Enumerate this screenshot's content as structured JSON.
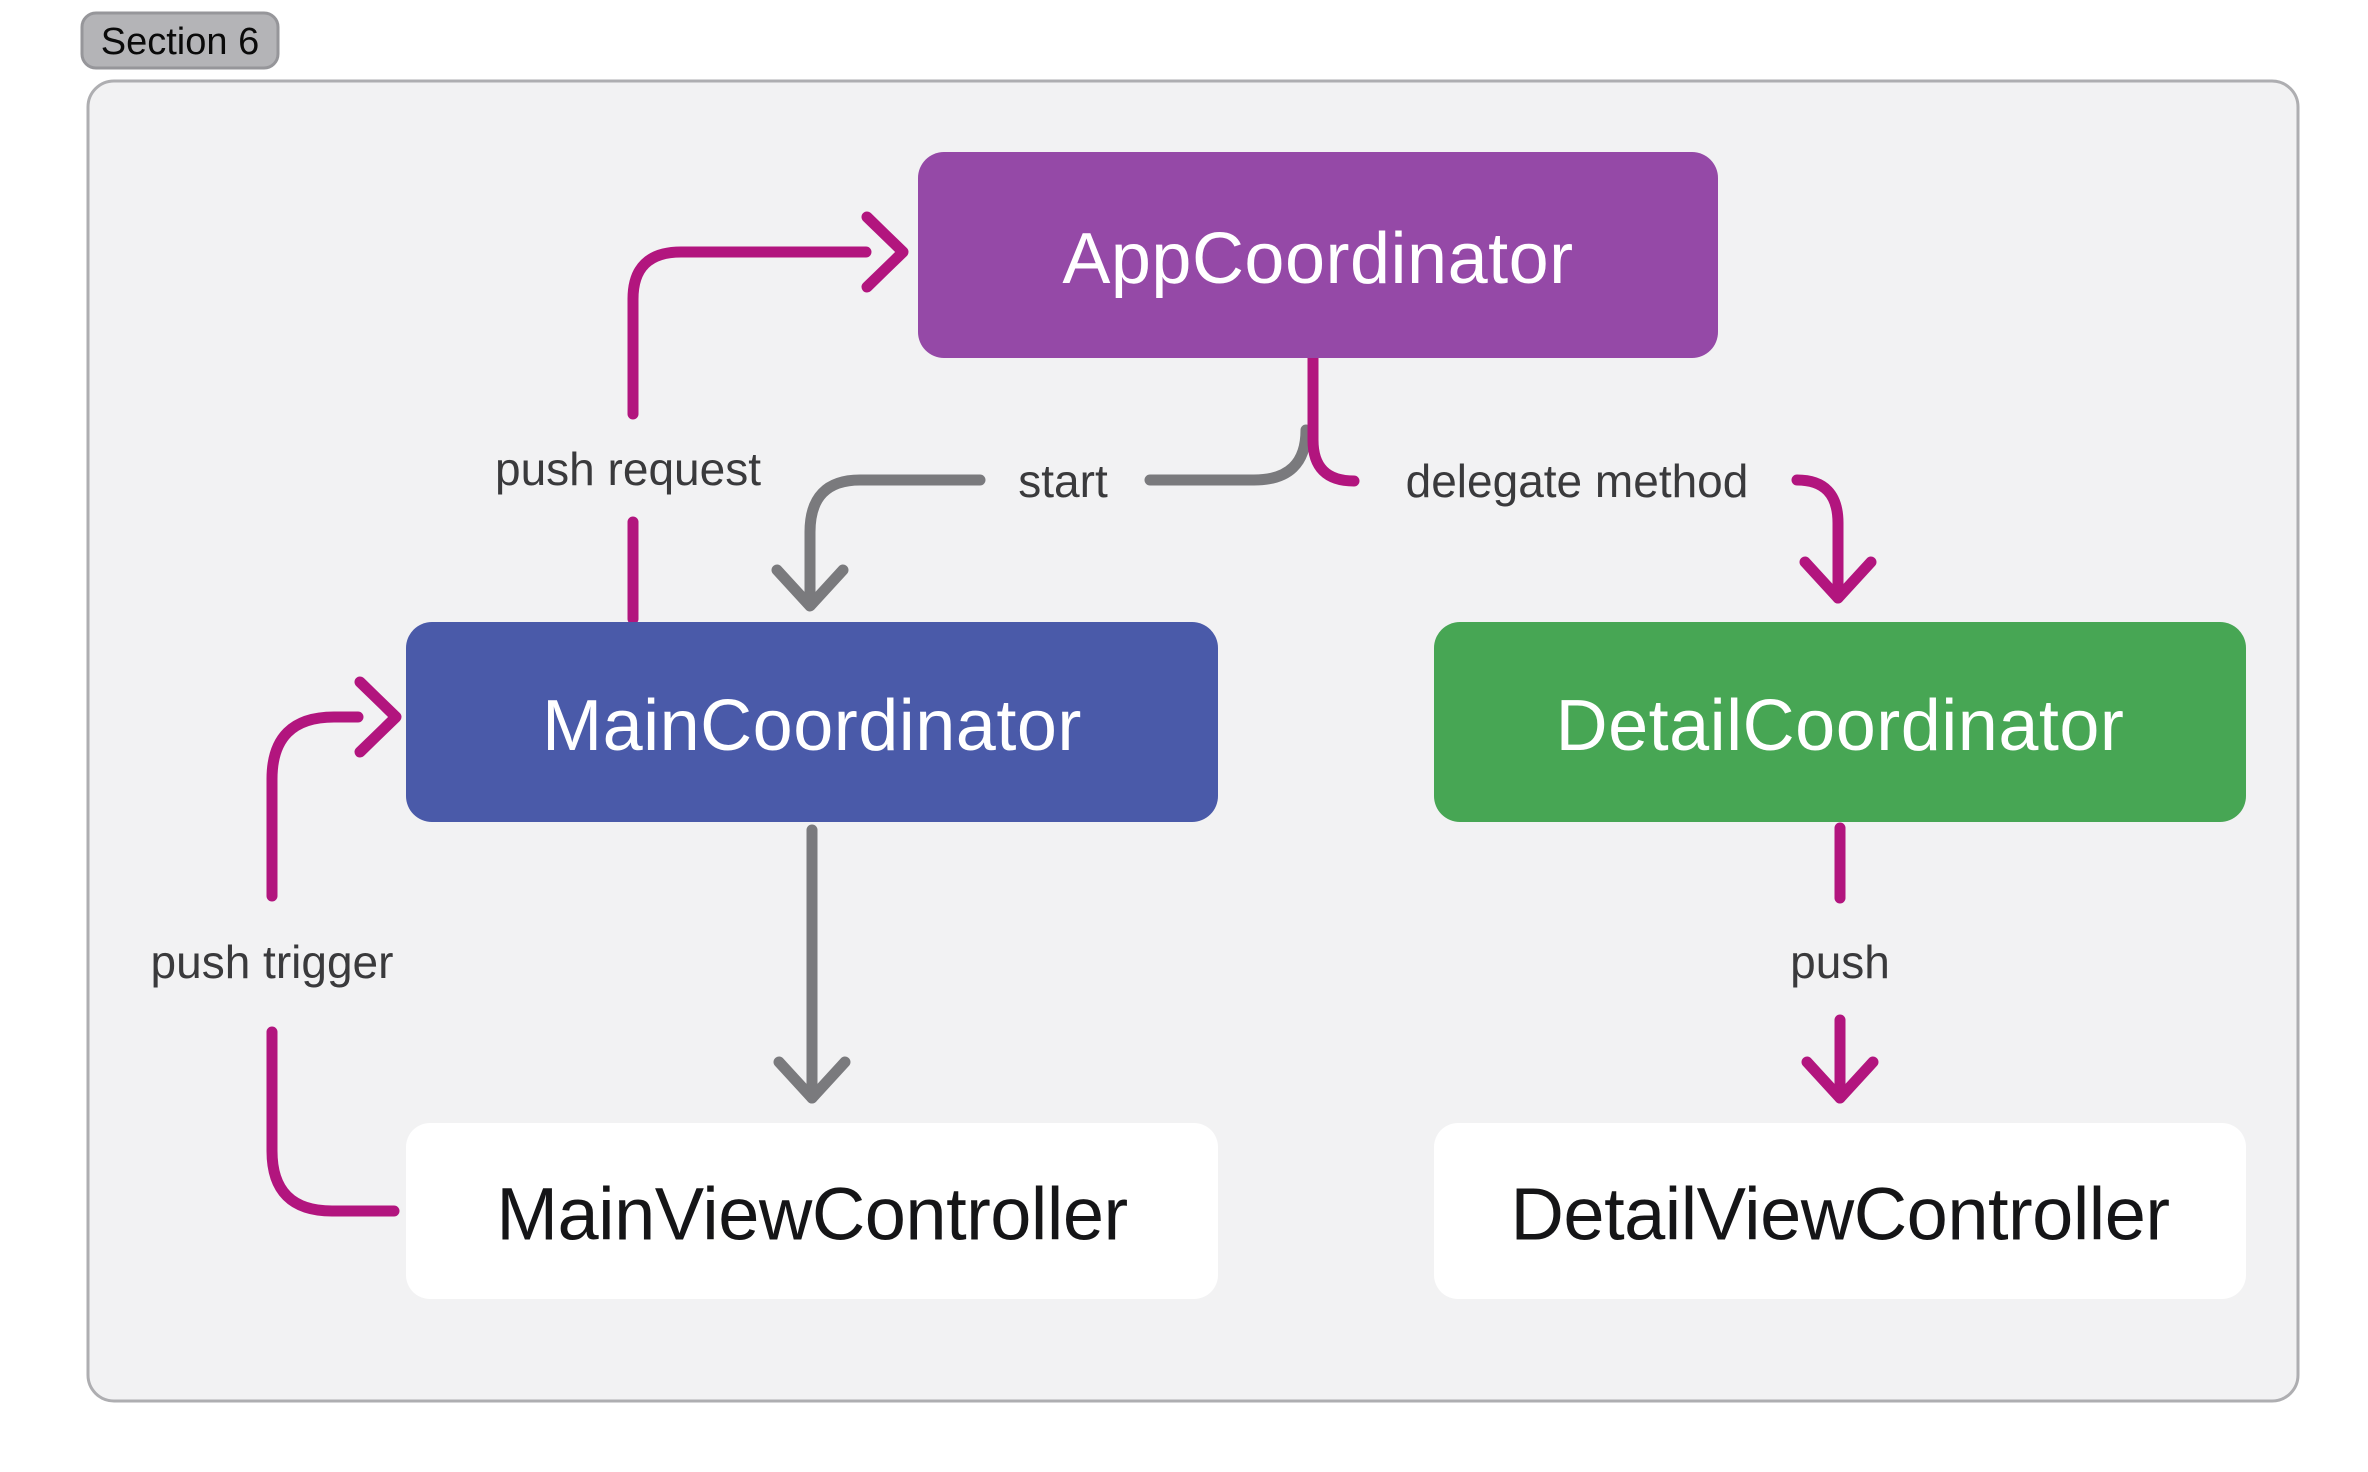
{
  "badge": {
    "label": "Section 6"
  },
  "colors": {
    "page_bg": "#ffffff",
    "panel_bg": "#f2f2f3",
    "panel_border": "#aeaeb1",
    "badge_bg": "#b4b4b7",
    "badge_border": "#96969a",
    "badge_text": "#0a0a0a",
    "edge_label_text": "#3a3a3c",
    "pink": "#b2157e",
    "gray": "#7a7a7d"
  },
  "nodes": {
    "app": {
      "label": "AppCoordinator",
      "fill": "#9549a7",
      "text_color": "#ffffff"
    },
    "main": {
      "label": "MainCoordinator",
      "fill": "#4a5aa9",
      "text_color": "#ffffff"
    },
    "detail": {
      "label": "DetailCoordinator",
      "fill": "#47a654",
      "text_color": "#ffffff"
    },
    "main_vc": {
      "label": "MainViewController",
      "fill": "#ffffff",
      "text_color": "#151517"
    },
    "detail_vc": {
      "label": "DetailViewController",
      "fill": "#ffffff",
      "text_color": "#151517"
    }
  },
  "edges": {
    "push_request": {
      "label": "push request",
      "color": "#b2157e"
    },
    "start": {
      "label": "start",
      "color": "#7a7a7d"
    },
    "delegate_method": {
      "label": "delegate method",
      "color": "#b2157e"
    },
    "main_to_main_vc": {
      "color": "#7a7a7d"
    },
    "push": {
      "label": "push",
      "color": "#b2157e"
    },
    "push_trigger": {
      "label": "push trigger",
      "color": "#b2157e"
    }
  }
}
